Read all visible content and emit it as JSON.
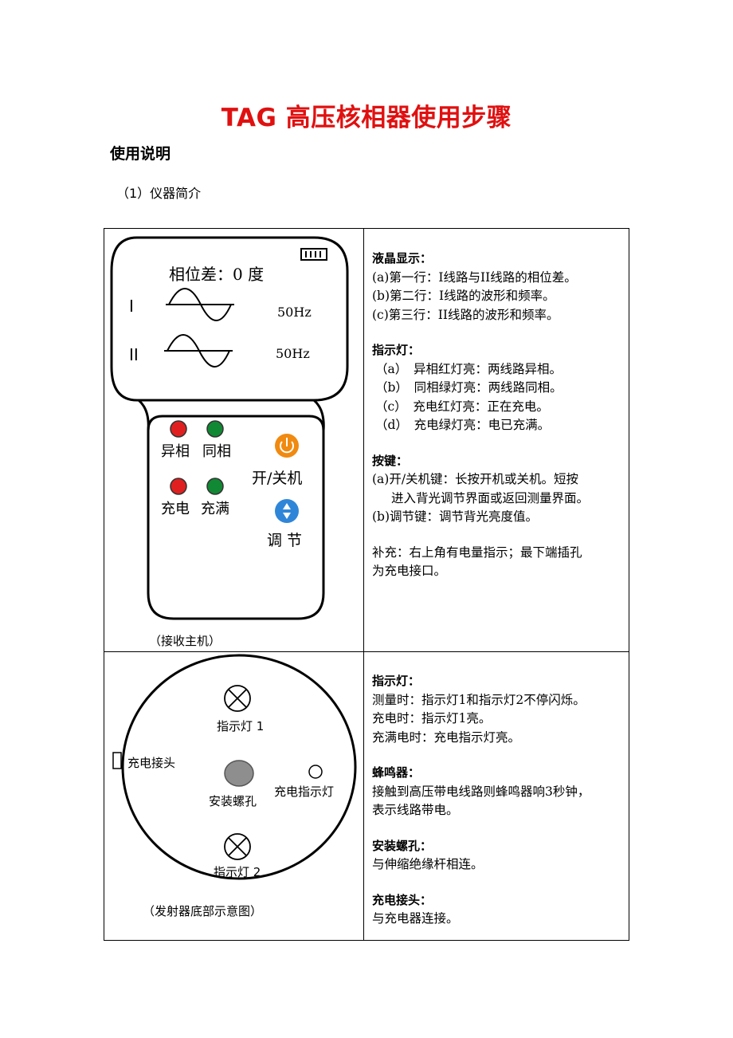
{
  "title": "TAG 高压核相器使用步骤",
  "section_heading": "使用说明",
  "subsection_heading": "（1）仪器简介",
  "receiver": {
    "lcd_phase_text": "相位差：0 度",
    "line1_label": "I",
    "line2_label": "II",
    "line1_freq": "50Hz",
    "line2_freq": "50Hz",
    "led_diff_phase": "异相",
    "led_same_phase": "同相",
    "led_charging": "充电",
    "led_full": "充满",
    "power_button_label": "开/关机",
    "adjust_button_label": "调 节",
    "caption": "（接收主机）",
    "colors": {
      "red_led": "#e02020",
      "green_led": "#118833",
      "power_button": "#f08a10",
      "adjust_button": "#2f86d8"
    }
  },
  "receiver_desc": {
    "lcd_heading": "液晶显示：",
    "lcd_a": "(a)第一行：I线路与II线路的相位差。",
    "lcd_b": "(b)第二行：I线路的波形和频率。",
    "lcd_c": "(c)第三行：II线路的波形和频率。",
    "led_heading": "指示灯：",
    "led_a": "（a）　异相红灯亮：两线路异相。",
    "led_b": "（b）　同相绿灯亮：两线路同相。",
    "led_c": "（c）　充电红灯亮：正在充电。",
    "led_d": "（d）　充电绿灯亮：电已充满。",
    "key_heading": "按键：",
    "key_a_1": "(a)开/关机键：长按开机或关机。短按",
    "key_a_2": "进入背光调节界面或返回测量界面。",
    "key_b": "(b)调节键：调节背光亮度值。",
    "supplement_1": "补充：右上角有电量指示；最下端插孔",
    "supplement_2": "为充电接口。"
  },
  "transmitter": {
    "indicator1": "指示灯 1",
    "indicator2": "指示灯 2",
    "charge_port": "充电接头",
    "mount_hole": "安装螺孔",
    "charge_indicator": "充电指示灯",
    "caption": "（发射器底部示意图）"
  },
  "transmitter_desc": {
    "led_heading": "指示灯：",
    "led_measure": "测量时：指示灯1和指示灯2不停闪烁。",
    "led_charging": "充电时：指示灯1亮。",
    "led_full": "充满电时：充电指示灯亮。",
    "buzzer_heading": "蜂鸣器：",
    "buzzer_1": "接触到高压带电线路则蜂鸣器响3秒钟，",
    "buzzer_2": "表示线路带电。",
    "mount_heading": "安装螺孔：",
    "mount_text": "与伸缩绝缘杆相连。",
    "port_heading": "充电接头：",
    "port_text": "与充电器连接。"
  }
}
